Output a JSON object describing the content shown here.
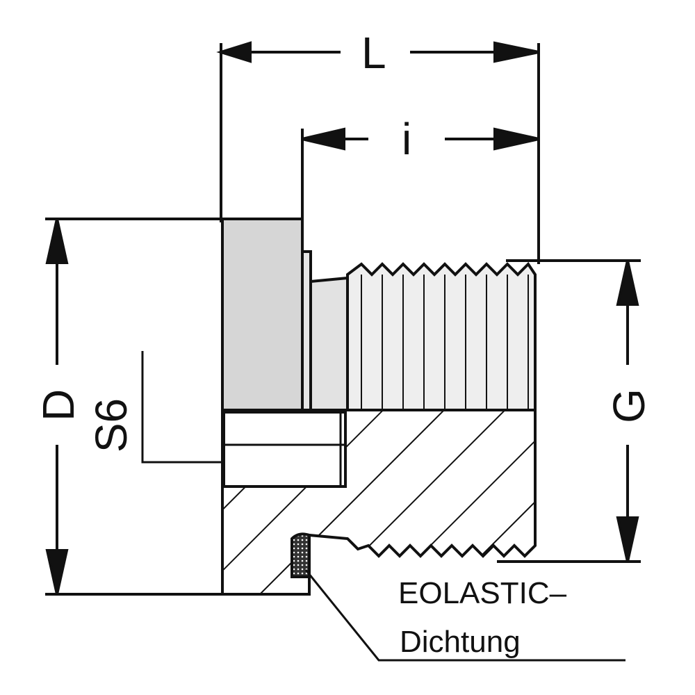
{
  "dimensions": {
    "length": "L",
    "thread_length": "i",
    "diameter": "D",
    "thread": "G",
    "hex": "S6"
  },
  "seal_label": {
    "line1": "EOLASTIC–",
    "line2": "Dichtung"
  },
  "colors": {
    "ink": "#111111",
    "shade": "#d6d6d6",
    "background": "#ffffff"
  }
}
